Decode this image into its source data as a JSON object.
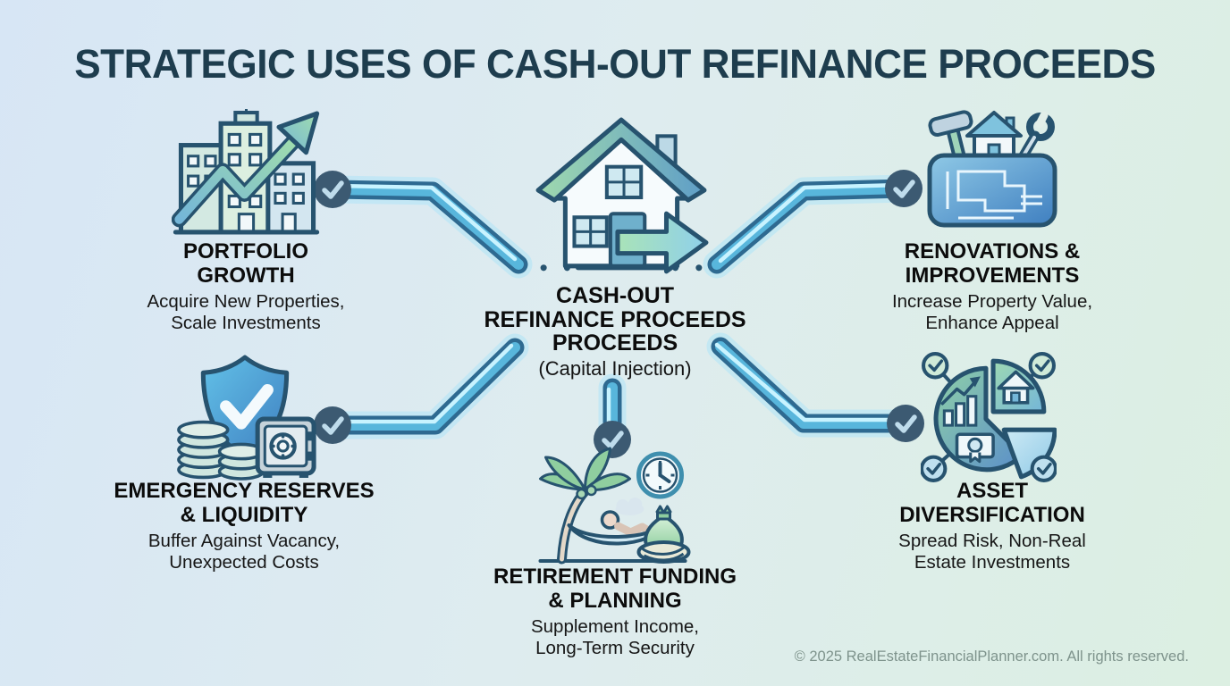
{
  "page": {
    "title": "STRATEGIC USES OF CASH-OUT REFINANCE PROCEEDS",
    "footer": "© 2025 RealEstateFinancialPlanner.com. All rights reserved."
  },
  "center": {
    "icon": "house-cash-out-arrow-icon",
    "title_line1": "CASH-OUT",
    "title_line2": "REFINANCE PROCEEDS",
    "title_line3": "PROCEEDS",
    "subtitle": "(Capital Injection)"
  },
  "nodes": [
    {
      "id": "portfolio-growth",
      "icon": "buildings-growth-arrow-icon",
      "title_line1": "PORTFOLIO",
      "title_line2": "GROWTH",
      "desc_line1": "Acquire New Properties,",
      "desc_line2": "Scale Investments"
    },
    {
      "id": "renovations-improvements",
      "icon": "blueprint-tools-icon",
      "title_line1": "RENOVATIONS &",
      "title_line2": "IMPROVEMENTS",
      "desc_line1": "Increase Property Value,",
      "desc_line2": "Enhance Appeal"
    },
    {
      "id": "emergency-reserves-liquidity",
      "icon": "shield-safe-coins-icon",
      "title_line1": "EMERGENCY RESERVES",
      "title_line2": "& LIQUIDITY",
      "desc_line1": "Buffer Against Vacancy,",
      "desc_line2": "Unexpected Costs"
    },
    {
      "id": "asset-diversification",
      "icon": "pie-chart-diversification-icon",
      "title_line1": "ASSET",
      "title_line2": "DIVERSIFICATION",
      "desc_line1": "Spread Risk, Non-Real",
      "desc_line2": "Estate Investments"
    },
    {
      "id": "retirement-funding-planning",
      "icon": "palm-hammock-nest-egg-icon",
      "title_line1": "RETIREMENT FUNDING",
      "title_line2": "& PLANNING",
      "desc_line1": "Supplement Income,",
      "desc_line2": "Long-Term Security"
    }
  ],
  "connectors": {
    "style": "glossy-tube-with-check-badge",
    "count": 5
  },
  "colors": {
    "background_left": "#d7e6f5",
    "background_right": "#dcefe2",
    "title_text": "#1e3d4e",
    "node_text": "#0c0c0c",
    "connector_dark": "#2e6a91",
    "connector_mid": "#58b6dc",
    "connector_core": "#c8f3ff",
    "badge_fill": "#3c5a72",
    "badge_check": "#bfdcec",
    "icon_outline": "#27536f",
    "icon_green": "#8fd0a8",
    "icon_blue": "#74b6d8",
    "footer_text": "#7e938c"
  }
}
